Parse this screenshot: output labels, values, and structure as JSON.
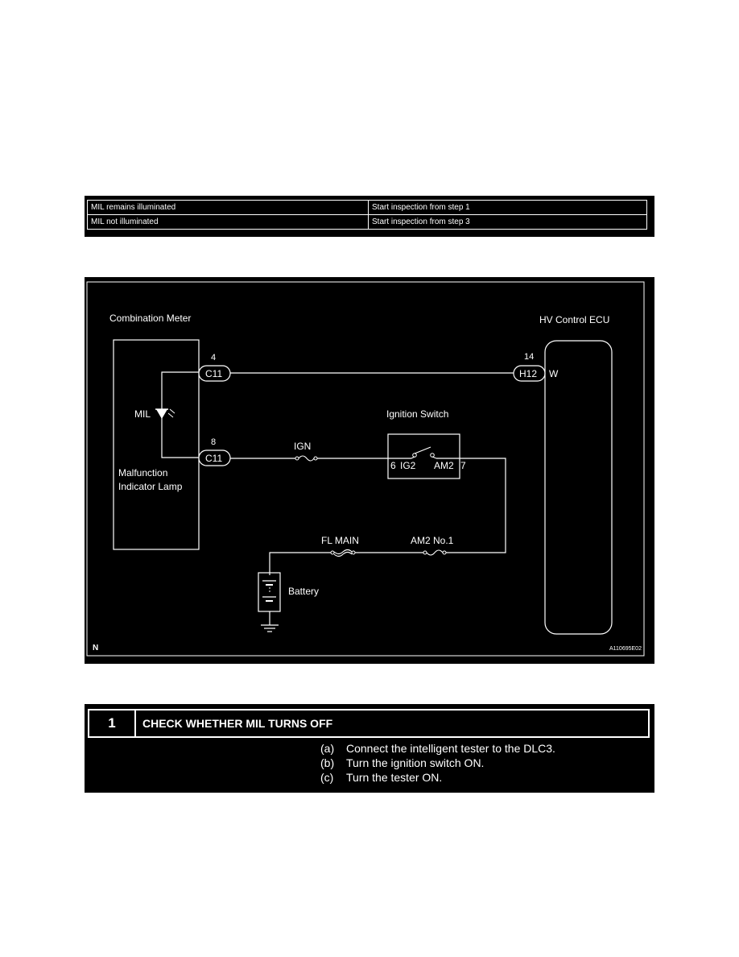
{
  "condition_table": {
    "rows": [
      {
        "condition": "MIL remains illuminated",
        "action": "Start inspection from step 1"
      },
      {
        "condition": "MIL not illuminated",
        "action": "Start inspection from step 3"
      }
    ]
  },
  "diagram": {
    "combination_meter": "Combination Meter",
    "hv_control_ecu": "HV Control ECU",
    "mil_label": "MIL",
    "lamp_line1": "Malfunction",
    "lamp_line2": "Indicator Lamp",
    "ignition_switch": "Ignition Switch",
    "pin_c11_top": "4",
    "connector_c11_top": "C11",
    "pin_c11_bottom": "8",
    "connector_c11_bottom": "C11",
    "pin_h12": "14",
    "connector_h12": "H12",
    "wire_color": "W",
    "fuse_ign": "IGN",
    "fuse_fl_main": "FL MAIN",
    "fuse_am2": "AM2 No.1",
    "switch_pin_ig2_num": "6",
    "switch_pin_ig2": "IG2",
    "switch_pin_am2": "AM2",
    "switch_pin_am2_num": "7",
    "battery": "Battery",
    "corner_mark": "N",
    "figure_code": "A110695E02"
  },
  "step": {
    "number": "1",
    "title": "CHECK WHETHER MIL TURNS OFF",
    "instructions": [
      {
        "label": "(a)",
        "text": "Connect the intelligent tester to the DLC3."
      },
      {
        "label": "(b)",
        "text": "Turn the ignition switch ON."
      },
      {
        "label": "(c)",
        "text": "Turn the tester ON."
      }
    ]
  }
}
